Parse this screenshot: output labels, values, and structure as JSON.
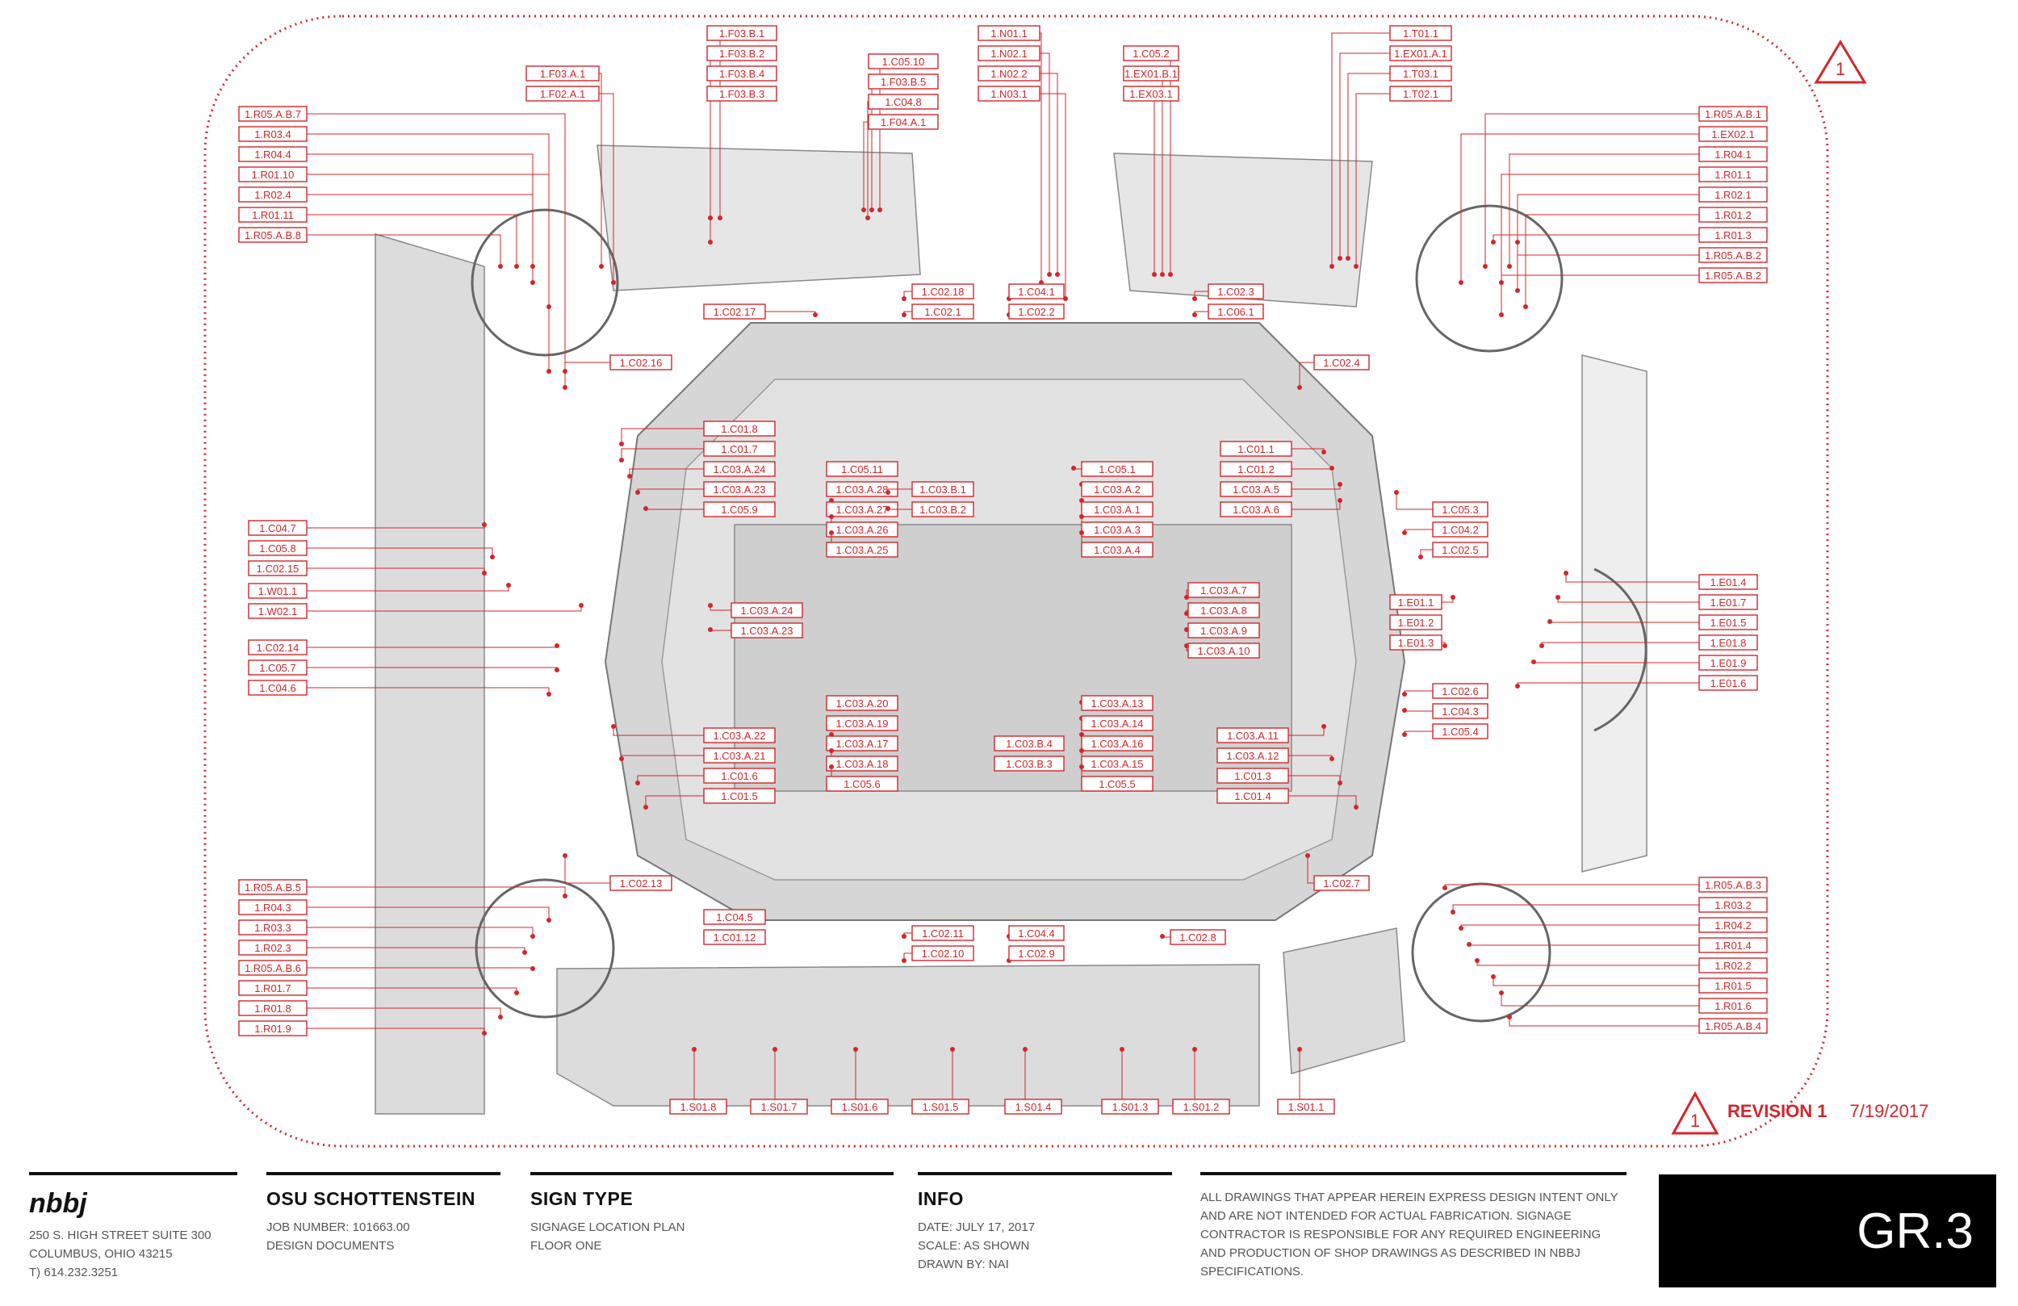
{
  "revision_marker": "1",
  "revision": {
    "label": "REVISION 1",
    "date": "7/19/2017"
  },
  "footer": {
    "logo": "nbbj",
    "address": [
      "250 S. HIGH STREET  SUITE 300",
      "COLUMBUS, OHIO 43215",
      "T) 614.232.3251"
    ],
    "project": {
      "title": "OSU SCHOTTENSTEIN",
      "lines": [
        "JOB NUMBER: 101663.00",
        "DESIGN DOCUMENTS"
      ]
    },
    "sign_type": {
      "title": "SIGN TYPE",
      "lines": [
        "SIGNAGE LOCATION PLAN",
        "FLOOR ONE"
      ]
    },
    "info": {
      "title": "INFO",
      "lines": [
        "DATE: JULY 17, 2017",
        "SCALE: AS SHOWN",
        "DRAWN BY: NAI"
      ]
    },
    "disclaimer": "ALL DRAWINGS THAT APPEAR HEREIN EXPRESS DESIGN INTENT ONLY AND ARE NOT INTENDED FOR ACTUAL FABRICATION. SIGNAGE CONTRACTOR IS RESPONSIBLE FOR ANY REQUIRED ENGINEERING AND PRODUCTION OF SHOP DRAWINGS AS DESCRIBED IN NBBJ SPECIFICATIONS.",
    "sheet_number": "GR.3"
  },
  "sign_labels": [
    "1.F03.B.1",
    "1.F03.B.2",
    "1.F03.B.4",
    "1.F03.B.3",
    "1.F03.A.1",
    "1.F02.A.1",
    "1.C05.10",
    "1.F03.B.5",
    "1.C04.8",
    "1.F04.A.1",
    "1.N01.1",
    "1.N02.1",
    "1.N02.2",
    "1.N03.1",
    "1.C05.2",
    "1.EX01.B.1",
    "1.EX03.1",
    "1.T01.1",
    "1.EX01.A.1",
    "1.T03.1",
    "1.T02.1",
    "1.R05.A.B.7",
    "1.R03.4",
    "1.R04.4",
    "1.R01.10",
    "1.R02.4",
    "1.R01.11",
    "1.R05.A.B.8",
    "1.R05.A.B.1",
    "1.EX02.1",
    "1.R04.1",
    "1.R01.1",
    "1.R02.1",
    "1.R01.2",
    "1.R01.3",
    "1.R05.A.B.2",
    "1.R05.A.B.2",
    "1.C02.18",
    "1.C02.1",
    "1.C04.1",
    "1.C02.2",
    "1.C02.3",
    "1.C06.1",
    "1.C02.17",
    "1.C02.16",
    "1.C02.4",
    "1.C01.8",
    "1.C01.7",
    "1.C03.A.24",
    "1.C03.A.23",
    "1.C05.9",
    "1.C05.11",
    "1.C03.A.28",
    "1.C03.A.27",
    "1.C03.A.26",
    "1.C03.A.25",
    "1.C03.B.1",
    "1.C03.B.2",
    "1.C05.1",
    "1.C03.A.2",
    "1.C03.A.1",
    "1.C03.A.3",
    "1.C03.A.4",
    "1.C01.1",
    "1.C01.2",
    "1.C03.A.5",
    "1.C03.A.6",
    "1.C05.3",
    "1.C04.2",
    "1.C02.5",
    "1.C04.7",
    "1.C05.8",
    "1.C02.15",
    "1.W01.1",
    "1.W02.1",
    "1.C03.A.24",
    "1.C03.A.23",
    "1.C03.A.7",
    "1.C03.A.8",
    "1.C03.A.9",
    "1.C03.A.10",
    "1.E01.1",
    "1.E01.2",
    "1.E01.3",
    "1.E01.4",
    "1.E01.7",
    "1.E01.5",
    "1.E01.8",
    "1.E01.9",
    "1.E01.6",
    "1.C02.14",
    "1.C05.7",
    "1.C04.6",
    "1.C02.6",
    "1.C04.3",
    "1.C05.4",
    "1.C03.A.20",
    "1.C03.A.19",
    "1.C03.A.17",
    "1.C03.A.18",
    "1.C05.6",
    "1.C03.A.22",
    "1.C03.A.21",
    "1.C01.6",
    "1.C01.5",
    "1.C03.B.4",
    "1.C03.B.3",
    "1.C03.A.13",
    "1.C03.A.14",
    "1.C03.A.16",
    "1.C03.A.15",
    "1.C05.5",
    "1.C03.A.11",
    "1.C03.A.12",
    "1.C01.3",
    "1.C01.4",
    "1.C02.13",
    "1.C02.7",
    "1.C04.5",
    "1.C01.12",
    "1.C02.11",
    "1.C02.10",
    "1.C04.4",
    "1.C02.9",
    "1.C02.8",
    "1.R05.A.B.5",
    "1.R04.3",
    "1.R03.3",
    "1.R02.3",
    "1.R05.A.B.6",
    "1.R01.7",
    "1.R01.8",
    "1.R01.9",
    "1.R05.A.B.3",
    "1.R03.2",
    "1.R04.2",
    "1.R01.4",
    "1.R02.2",
    "1.R01.5",
    "1.R01.6",
    "1.R05.A.B.4",
    "1.S01.8",
    "1.S01.7",
    "1.S01.6",
    "1.S01.5",
    "1.S01.4",
    "1.S01.3",
    "1.S01.2",
    "1.S01.1"
  ]
}
